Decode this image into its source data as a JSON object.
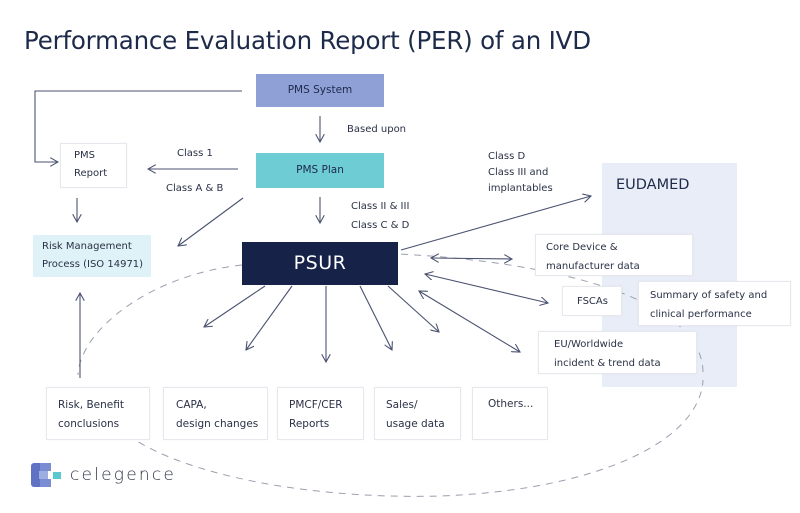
{
  "title": "Performance Evaluation Report (PER) of an IVD",
  "nodes": {
    "pms_system": "PMS System",
    "pms_plan": "PMS Plan",
    "pms_report": [
      "PMS",
      "Report"
    ],
    "risk_management": [
      "Risk Management",
      "Process (ISO 14971)"
    ],
    "psur": "PSUR",
    "eudamed": "EUDAMED",
    "core_device": [
      "Core Device &",
      "manufacturer data"
    ],
    "fscas": "FSCAs",
    "summary_safety": [
      "Summary of safety and",
      "clinical performance"
    ],
    "incident_trend": [
      "EU/Worldwide",
      "incident & trend data"
    ]
  },
  "edge_labels": {
    "based_upon": "Based upon",
    "class_1": "Class 1",
    "class_a_b": "Class A & B",
    "class_ii_iii": "Class II & III",
    "class_c_d": "Class C & D",
    "class_d": "Class D",
    "class_iii_implantables_1": "Class III and",
    "class_iii_implantables_2": "implantables"
  },
  "inputs": [
    {
      "lines": [
        "Risk, Benefit",
        "conclusions"
      ]
    },
    {
      "lines": [
        "CAPA,",
        "design changes"
      ]
    },
    {
      "lines": [
        "PMCF/CER",
        "Reports"
      ]
    },
    {
      "lines": [
        "Sales/",
        "usage data"
      ]
    },
    {
      "lines": [
        "Others..."
      ]
    }
  ],
  "brand": {
    "name": "celegence",
    "colors": {
      "dark_blue": "#5a6cc0",
      "light_blue": "#8fa0d6",
      "teal": "#5bc8cf"
    }
  },
  "colors": {
    "pms_system": "#8fa0d6",
    "pms_plan": "#6ecdd4",
    "psur": "#162248",
    "risk_management": "#dff2f7",
    "eudamed": "#e8edf7",
    "arrow": "#4a5270"
  }
}
